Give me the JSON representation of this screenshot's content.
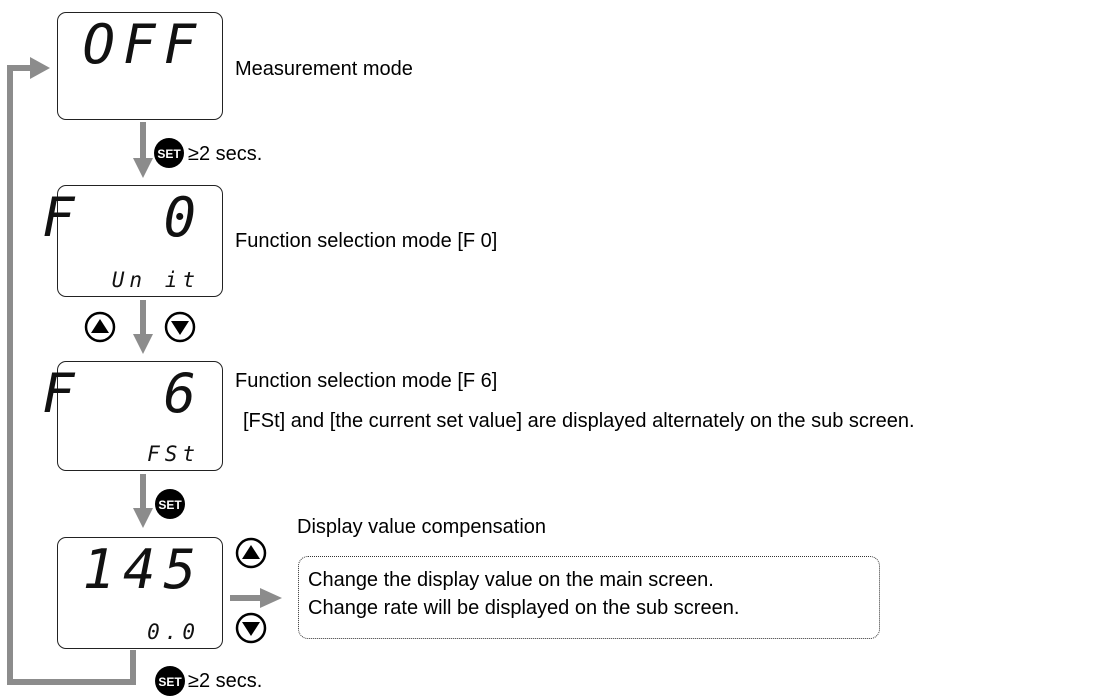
{
  "displays": [
    {
      "main": "OFF",
      "sub": ""
    },
    {
      "main": "F  0",
      "sub": "Un it"
    },
    {
      "main": "F  6",
      "sub": "FSt"
    },
    {
      "main": "145",
      "sub": "0.0"
    }
  ],
  "labels": {
    "measurement_mode": "Measurement mode",
    "set_hold_1": "≥2 secs.",
    "func_f0": "Function selection mode [F 0]",
    "func_f6": "Function selection mode [F 6]",
    "func_f6_note": "[FSt] and [the current set value] are displayed alternately on the sub screen.",
    "display_value_comp": "Display value compensation",
    "change_line1": "Change the display value on the main screen.",
    "change_line2": "Change rate will be displayed on the sub screen.",
    "set_hold_2": "≥2 secs."
  },
  "buttons": {
    "set_label": "SET",
    "up_icon": "up-triangle-button",
    "down_icon": "down-triangle-button"
  },
  "colors": {
    "arrow_gray": "#8c8c8c",
    "button_black": "#000000"
  }
}
